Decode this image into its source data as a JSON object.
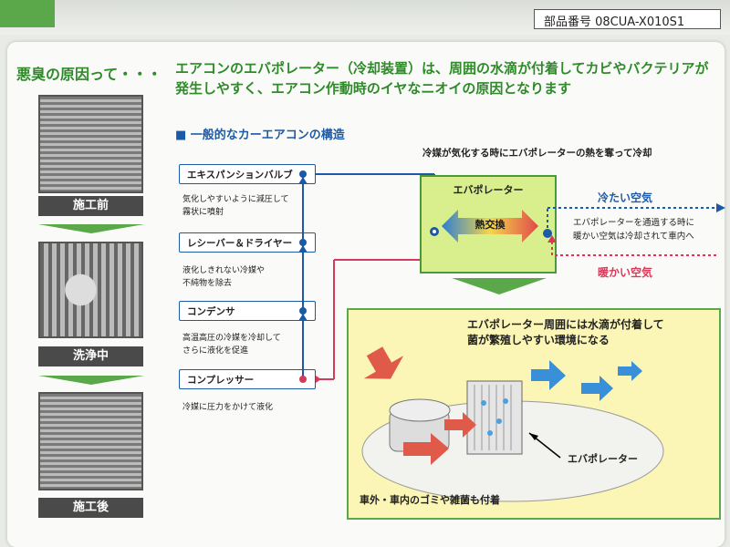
{
  "header": {
    "part_number": "部品番号  08CUA-X010S1"
  },
  "headline": {
    "lead": "悪臭の原因って・・・",
    "text": "エアコンのエバポレーター（冷却装置）は、周囲の水滴が付着してカビやバクテリアが発生しやすく、エアコン作動時のイヤなニオイの原因となります"
  },
  "photos": {
    "before": "施工前",
    "during": "洗浄中",
    "after": "施工後"
  },
  "structure": {
    "title": "■ 一般的なカーエアコンの構造",
    "components": [
      {
        "name": "エキスパンションバルブ",
        "desc": "気化しやすいように減圧して\n霧状に噴射"
      },
      {
        "name": "レシーバー＆ドライヤー",
        "desc": "液化しきれない冷媒や\n不純物を除去"
      },
      {
        "name": "コンデンサ",
        "desc": "高温高圧の冷媒を冷却して\nさらに液化を促進"
      },
      {
        "name": "コンプレッサー",
        "desc": "冷媒に圧力をかけて液化"
      }
    ]
  },
  "evaporator": {
    "note": "冷媒が気化する時にエバポレーターの熱を奪って冷却",
    "title": "エバポレーター",
    "exchange": "熱交換",
    "cold_air": "冷たい空気",
    "warm_air": "暖かい空気",
    "pass_note": "エバポレーターを通過する時に\n暖かい空気は冷却されて車内へ"
  },
  "bottom_panel": {
    "title": "エバポレーター周囲には水滴が付着して\n菌が繁殖しやすい環境になる",
    "evap_label": "エバポレーター",
    "footer": "車外・車内のゴミや雑菌も付着"
  },
  "colors": {
    "green": "#2f8a2a",
    "blue": "#1c5aa6",
    "red": "#d63a5a",
    "panel_yellow": "#fbf6b5",
    "evap_green": "#d9ee8d"
  }
}
